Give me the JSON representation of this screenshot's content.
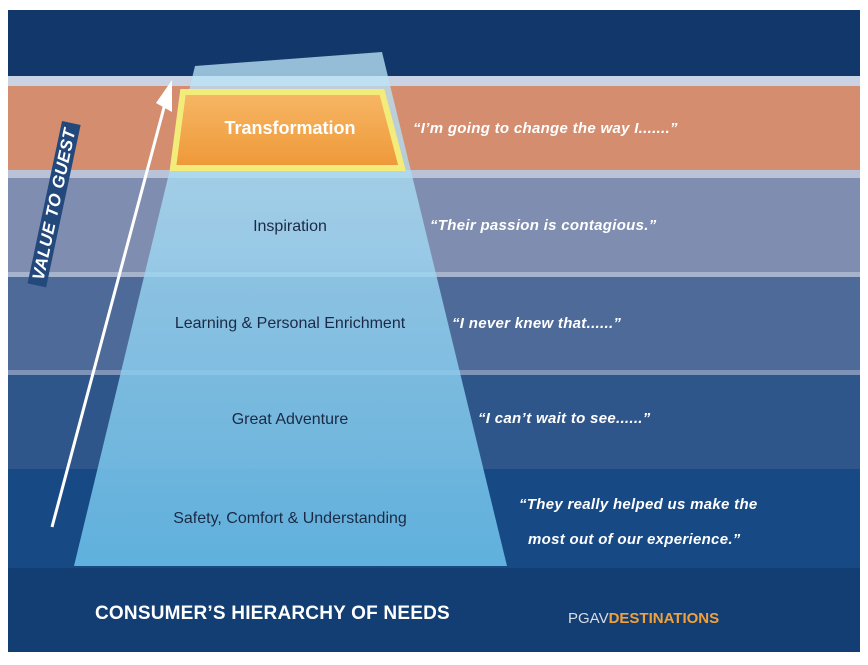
{
  "diagram": {
    "levels": [
      {
        "label": "Transformation",
        "quote": "“I’m going to change the way I.......”"
      },
      {
        "label": "Inspiration",
        "quote": "“Their passion is contagious.”"
      },
      {
        "label": "Learning & Personal Enrichment",
        "quote": "“I never knew that......”"
      },
      {
        "label": "Great Adventure",
        "quote": "“I can’t wait to see......”"
      },
      {
        "label": "Safety, Comfort & Understanding",
        "quote_line1": "“They really helped us make the",
        "quote_line2": "most out of our experience.”"
      }
    ],
    "axis_label": "VALUE TO GUEST",
    "footer_title": "CONSUMER’S HIERARCHY OF NEEDS",
    "brand_prefix": "PGAV",
    "brand_suffix": "DESTINATIONS"
  },
  "colors": {
    "navy": "#123e73",
    "band_transformation": "#d48d6f",
    "band_inspiration": "#7f8eb0",
    "band_learning": "#4d6a99",
    "band_adventure": "#2f568b",
    "band_safety": "#174a85",
    "pyramid": "#8fd3f1",
    "top_block": "#f3a24c",
    "top_border": "#f4ec7a",
    "brand_accent": "#f2a13a"
  }
}
